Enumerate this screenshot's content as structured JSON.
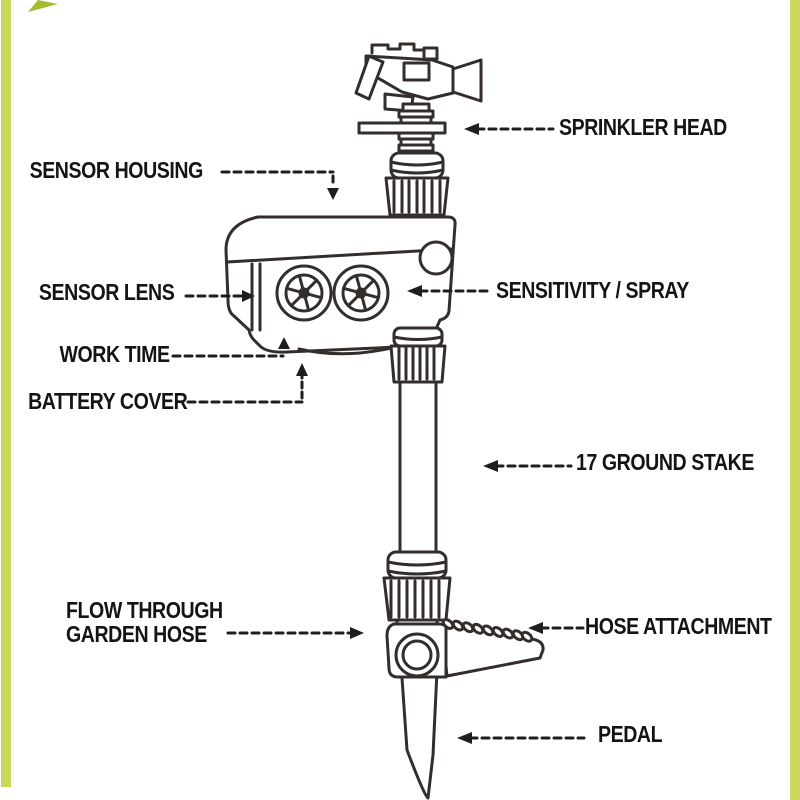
{
  "frame": {
    "stripe_color": "#cbd75b",
    "corner_triangle_color": "#a2bd2f",
    "background_color": "#ffffff"
  },
  "diagram": {
    "line_color": "#332e2b",
    "text_color": "#141414",
    "labels": {
      "sprinkler_head": "SPRINKLER HEAD",
      "sensor_housing": "SENSOR HOUSING",
      "sensor_lens": "SENSOR LENS",
      "sensitivity_spray": "SENSITIVITY / SPRAY",
      "work_time": "WORK TIME",
      "battery_cover": "BATTERY COVER",
      "ground_stake": "17 GROUND STAKE",
      "flow_through": {
        "line1": "FLOW THROUGH",
        "line2": "GARDEN HOSE"
      },
      "hose_attachment": "HOSE ATTACHMENT",
      "pedal": "PEDAL"
    }
  }
}
